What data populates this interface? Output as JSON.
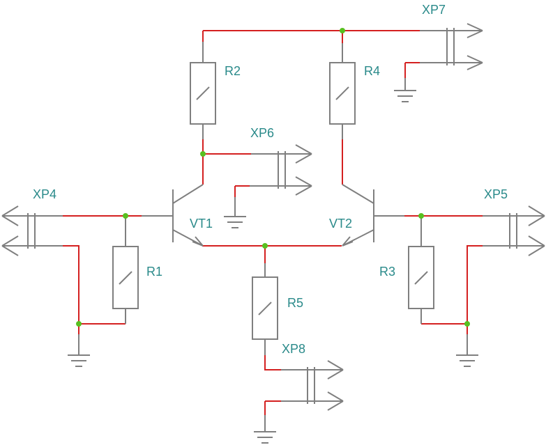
{
  "colors": {
    "wire": "#d42020",
    "component": "#7f7f7f",
    "label": "#2a8a8a",
    "junction": "#58c020",
    "background": "#ffffff"
  },
  "labels": {
    "r1": "R1",
    "r2": "R2",
    "r3": "R3",
    "r4": "R4",
    "r5": "R5",
    "vt1": "VT1",
    "vt2": "VT2",
    "xp4": "XP4",
    "xp5": "XP5",
    "xp6": "XP6",
    "xp7": "XP7",
    "xp8": "XP8"
  },
  "icons": {
    "resistor": "resistor-icon",
    "transistor": "npn-transistor-icon",
    "connector": "two-pin-connector-icon",
    "ground": "ground-icon"
  }
}
